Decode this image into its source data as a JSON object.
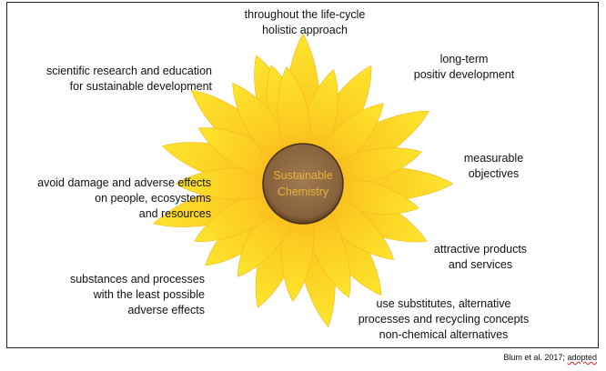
{
  "center": {
    "line1": "Sustainable",
    "line2": "Chemistry"
  },
  "labels": {
    "top": [
      "throughout the life-cycle",
      "holistic approach"
    ],
    "upper_right": [
      "long-term",
      "positiv development"
    ],
    "right": [
      "measurable",
      "objectives"
    ],
    "lower_right": [
      "attractive products",
      "and services"
    ],
    "bottom_right": [
      "use substitutes, alternative",
      "processes and recycling concepts",
      "non-chemical alternatives"
    ],
    "bottom_left": [
      "substances and processes",
      "with the least possible",
      "adverse effects"
    ],
    "left": [
      "avoid damage and adverse effects",
      "on people, ecosystems",
      "and resources"
    ],
    "upper_left": [
      "scientific research and education",
      "for sustainable development"
    ]
  },
  "source": {
    "text": "Blum et al. 2017;",
    "tail": "adopted"
  },
  "colors": {
    "petal_light": "#fde02a",
    "petal_dark": "#f9a81c",
    "center": "#8a6640",
    "center_text": "#e8b33a"
  }
}
